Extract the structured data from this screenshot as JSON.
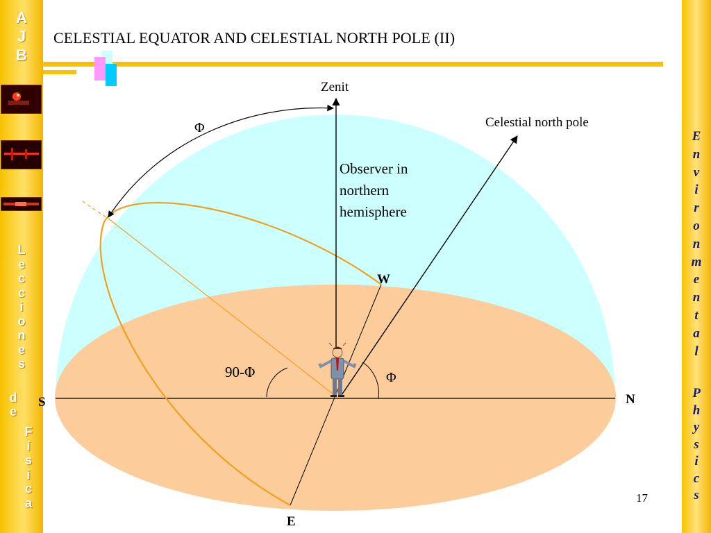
{
  "slide": {
    "title": "CELESTIAL EQUATOR AND CELESTIAL NORTH POLE (II)",
    "page_number": "17",
    "left_logo": [
      "A",
      "J",
      "B"
    ],
    "left_vertical_text": [
      "L",
      "e",
      "c",
      "c",
      "i",
      "o",
      "n",
      "e",
      "s"
    ],
    "left_vertical_de": [
      "d",
      "e"
    ],
    "left_vertical_text2": [
      "F",
      "í",
      "s",
      "i",
      "c",
      "a"
    ],
    "right_vertical_text": [
      "E",
      "n",
      "v",
      "i",
      "r",
      "o",
      "n",
      "m",
      "e",
      "n",
      "t",
      "a",
      "l"
    ],
    "right_vertical_text2": [
      "P",
      "h",
      "y",
      "s",
      "i",
      "c",
      "s"
    ],
    "colors": {
      "sidebar": "#f7c200",
      "sky_dome": "#ccffff",
      "horizon_plane": "#fccc9a",
      "equator_line": "#f0a020",
      "text_blue": "#1a1a66"
    }
  },
  "diagram": {
    "zenit_label": "Zenit",
    "pole_label": "Celestial north pole",
    "observer_label": [
      "Observer in",
      "northern",
      "hemisphere"
    ],
    "phi_arc_label": "Φ",
    "complement_angle_label": "90-Φ",
    "phi_angle_label": "Φ",
    "south_label": "S",
    "north_label": "N",
    "east_label": "E",
    "west_label": "W",
    "icons": [
      "observer-figure-icon"
    ]
  }
}
